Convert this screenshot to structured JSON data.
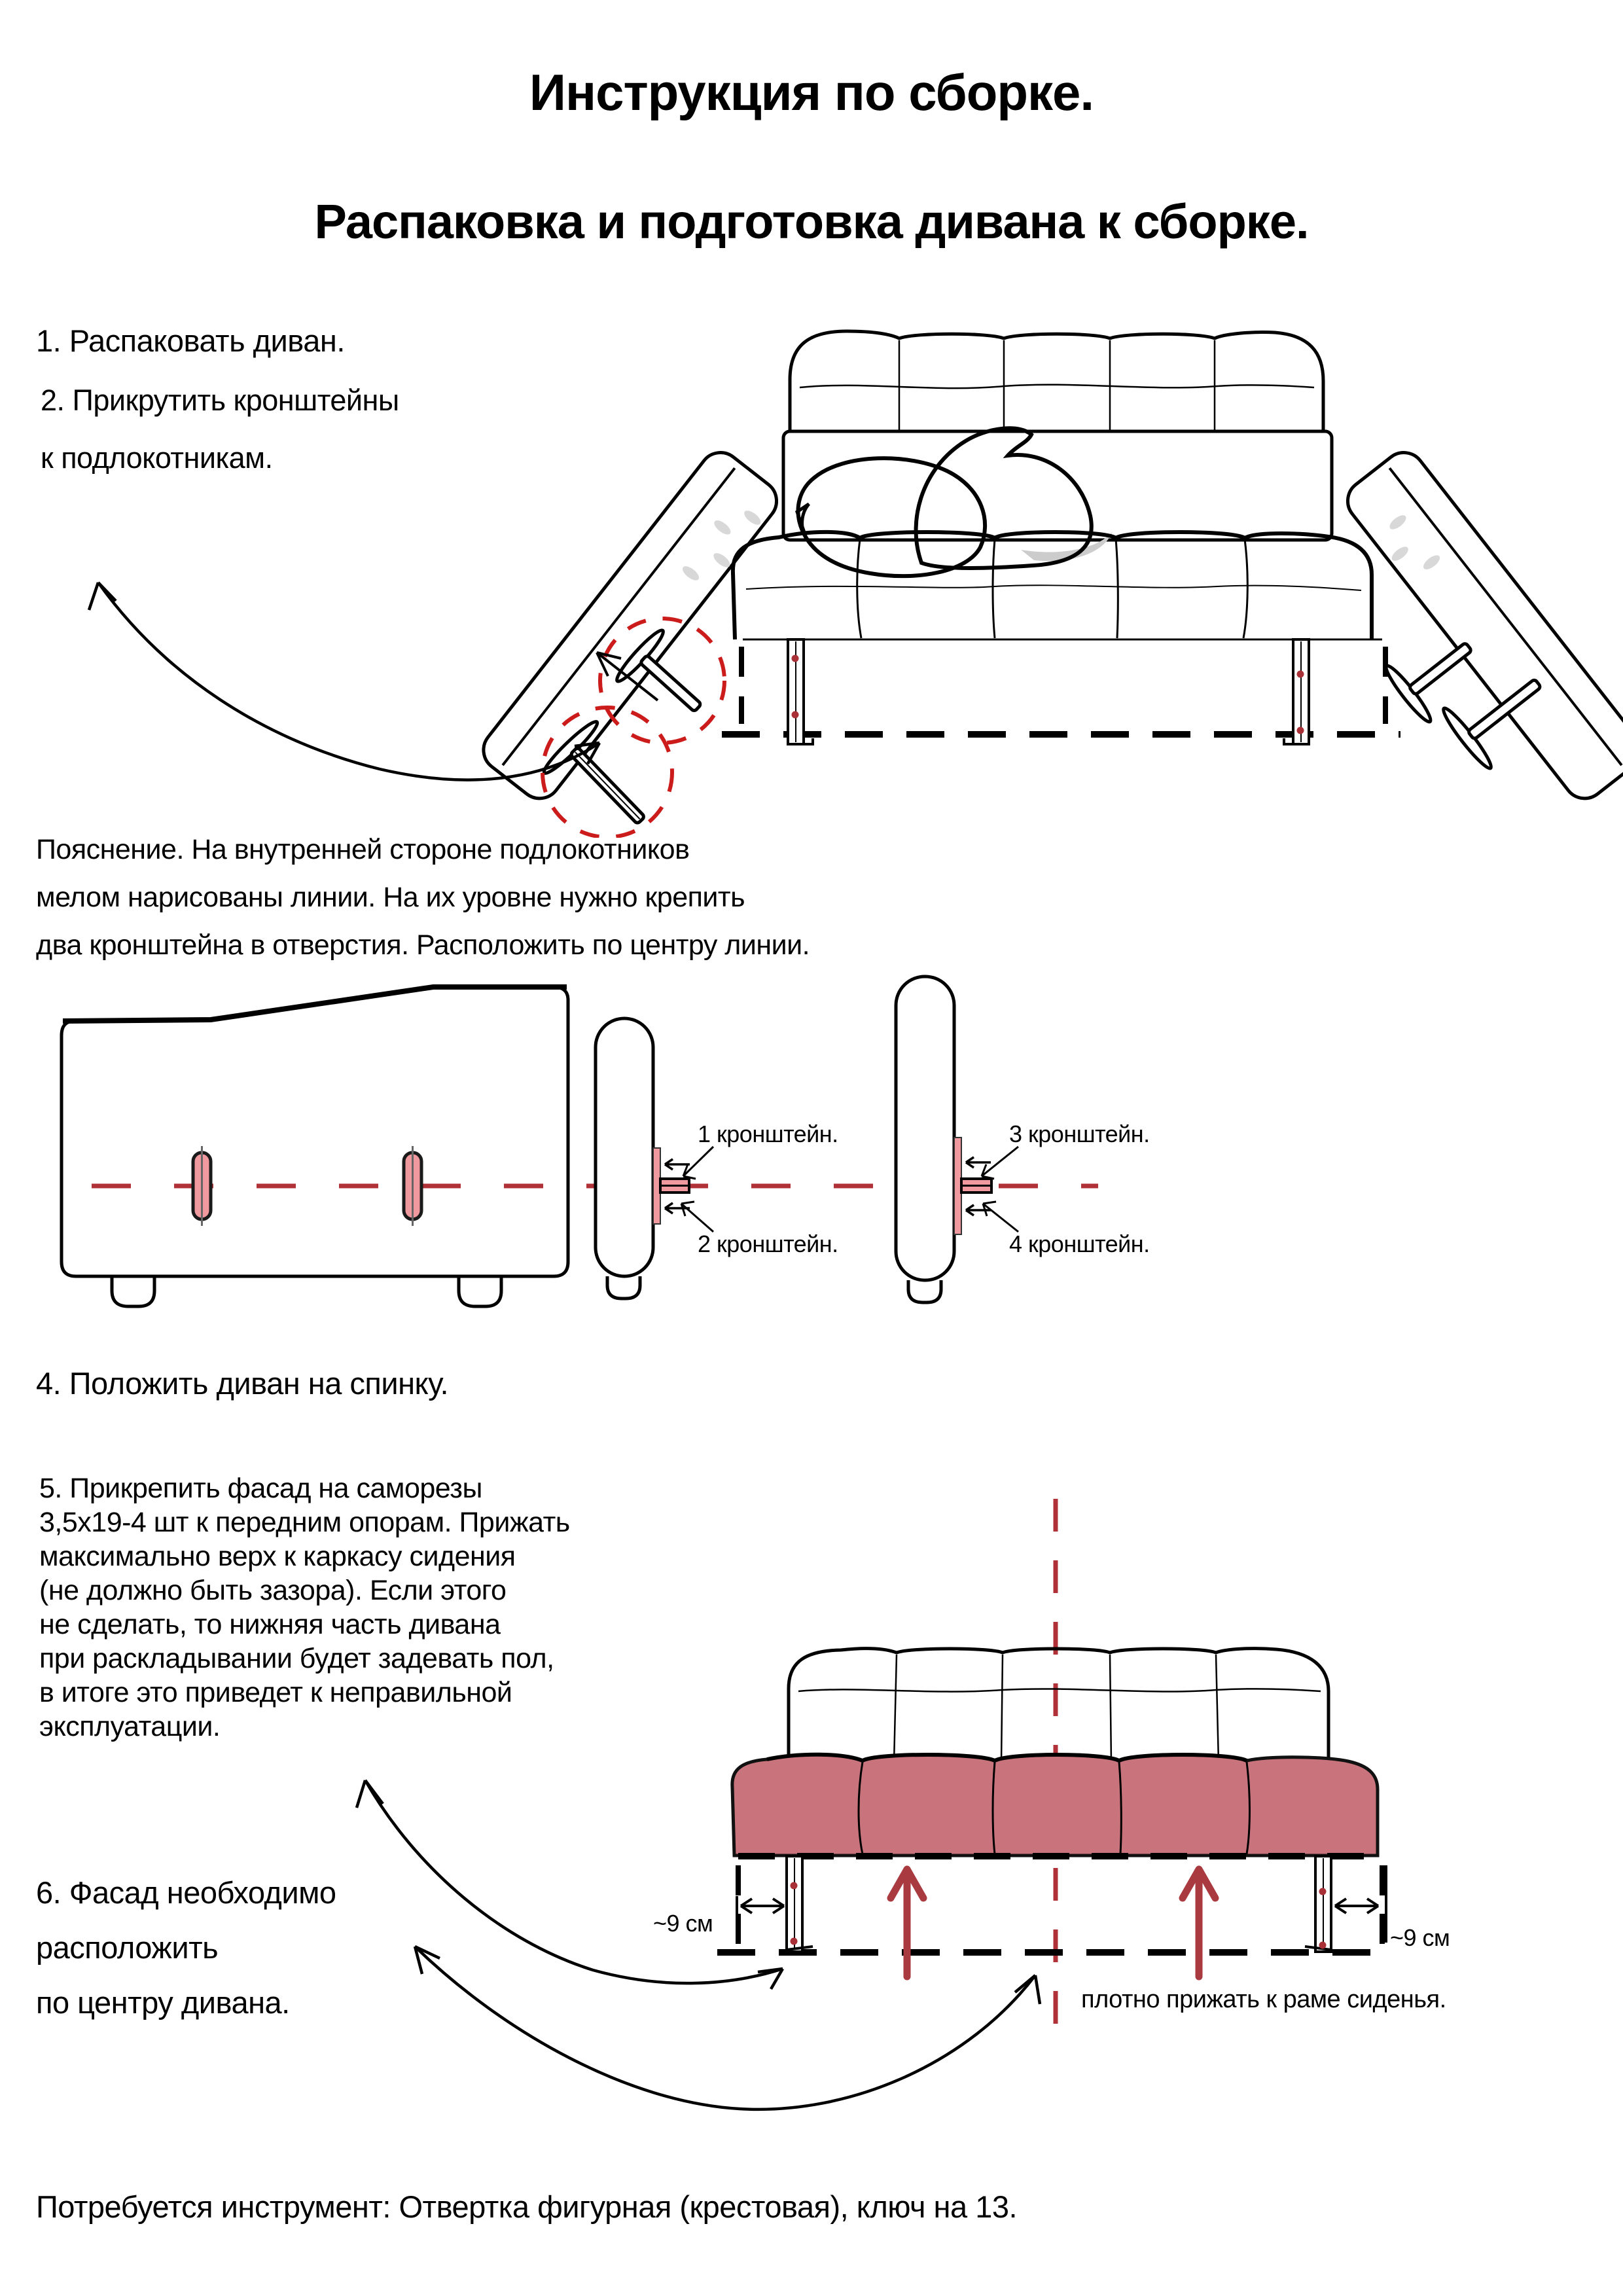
{
  "doc": {
    "title1": "Инструкция по сборке.",
    "title2": "Распаковка и подготовка дивана к сборке.",
    "step1": "1. Распаковать диван.",
    "step2": [
      "2. Прикрутить кронштейны",
      "к подлокотникам."
    ],
    "note": [
      "Пояснение. На внутренней стороне подлокотников",
      "мелом нарисованы линии. На их уровне нужно крепить",
      "два кронштейна в отверстия.  Расположить по  центру линии."
    ],
    "step4": "4. Положить диван на спинку.",
    "step5_lines": [
      "5. Прикрепить фасад на саморезы",
      "3,5х19-4 шт к передним опорам. Прижать",
      "максимально верх к каркасу сидения",
      "(не должно быть зазора). Если этого",
      "не сделать, то нижняя часть дивана",
      "при раскладывании будет задевать пол,",
      "в итоге это приведет к неправильной",
      "эксплуатации."
    ],
    "step6": [
      "6. Фасад необходимо",
      "расположить",
      "по  центру дивана."
    ],
    "tools": "Потребуется инструмент: Отвертка фигурная (крестовая), ключ на 13.",
    "bracket_labels": [
      "1 кронштейн.",
      "2 кронштейн.",
      "3 кронштейн.",
      "4 кронштейн."
    ],
    "dim_left": "~9 см",
    "dim_right": "~9 см",
    "press_note": "плотно прижать к  раме сиденья.",
    "colors": {
      "ink": "#000000",
      "accent_red_dash": "#b03238",
      "circle_red": "#cc1b1b",
      "cushion_pink": "#c9747c",
      "slot_pink": "#f09aa0",
      "arrow_red": "#a93a40",
      "chalk_gray": "#d8d8d8"
    }
  }
}
